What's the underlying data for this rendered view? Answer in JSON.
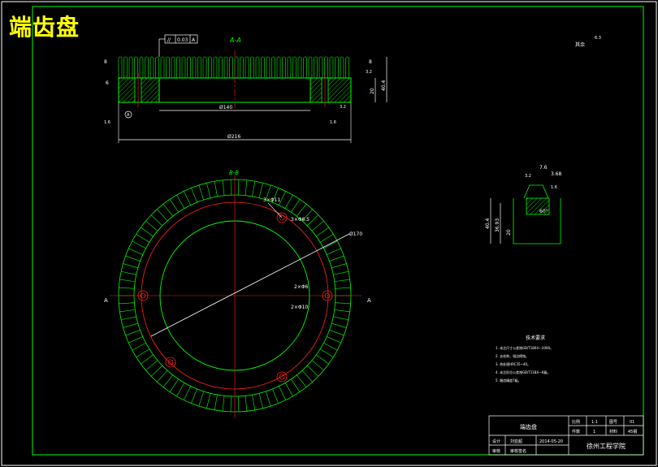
{
  "title": "端齿盘",
  "section_aa": {
    "label": "A-A",
    "tol_frame": [
      "//",
      "0.03",
      "A"
    ],
    "dim_b": "8",
    "dim_6": "6",
    "dim_40_4": "40.4",
    "dim_20": "20",
    "dim_32": "3.2",
    "dim_140": "Ø140",
    "dim_216": "Ø216",
    "datum_a": "A",
    "rough_16a": "1.6",
    "rough_16b": "1.6",
    "rough_32": "3.2"
  },
  "section_bb": {
    "label": "B-B",
    "hole_note_1": "3×Φ11",
    "hole_note_2": "3×Φ6.5",
    "dim_170": "Ø170",
    "hole_note_3": "2×Φ6",
    "hole_note_4": "2×Φ10",
    "marker_a": "A"
  },
  "tooth_detail": {
    "dim_76": "7.6",
    "dim_368": "3.68",
    "dim_32": "3.2",
    "dim_16": "1.6",
    "dim_404": "40.4",
    "dim_3693": "36.93",
    "dim_20": "20",
    "angle": "60°"
  },
  "roughness_note": {
    "label": "其余",
    "value": "6.3"
  },
  "tech_req": {
    "heading": "技术要求",
    "items": [
      "1. 未注尺寸公差按GB/T1804—2000。",
      "2. 去毛刺，锐边倒钝。",
      "3. 热处理HRC35~40。",
      "4. 未注形位公差按GB/T1184—K级。",
      "5. 端齿精度7级。"
    ]
  },
  "title_block": {
    "part_name": "端齿盘",
    "scale_label": "比例",
    "scale_value": "1:1",
    "drawing_no_label": "图号",
    "drawing_no": "01",
    "qty_label": "件数",
    "qty_value": "1",
    "material_label": "材料",
    "material_value": "45钢",
    "designer_label": "设计",
    "designer_name": "刘亚超",
    "date": "2014-05-20",
    "checker_label": "审核",
    "checker_name": "审核签名",
    "school": "徐州工程学院"
  },
  "colors": {
    "frame": "#ffffff",
    "outline": "#00ff00",
    "center": "#ff2020",
    "dimension": "#ffffff",
    "title": "#ffff00",
    "hatch": "#00ff00"
  }
}
